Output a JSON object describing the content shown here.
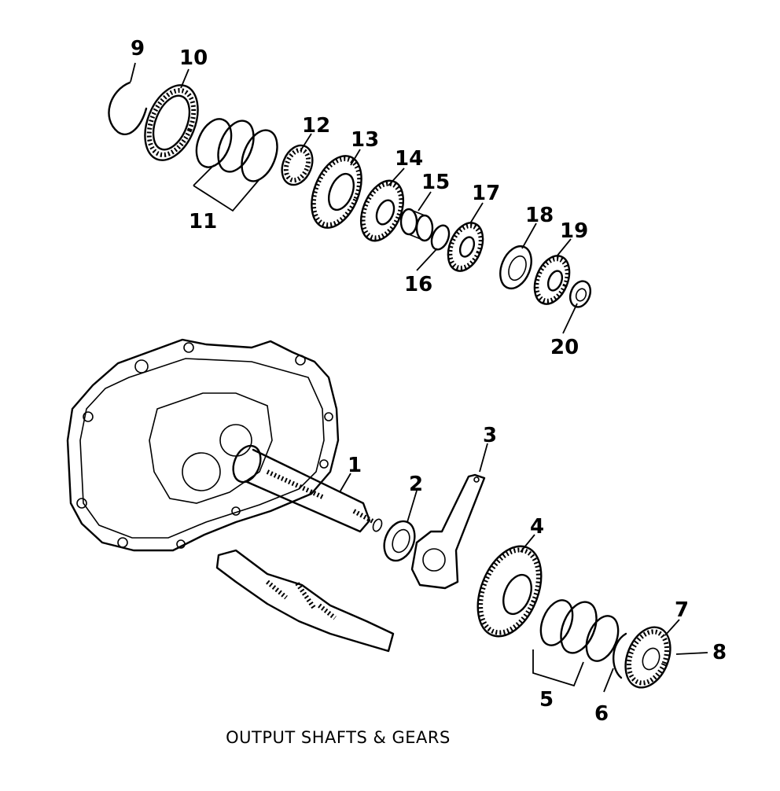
{
  "caption": "OUTPUT SHAFTS & GEARS",
  "callouts": [
    "1",
    "2",
    "3",
    "4",
    "5",
    "6",
    "7",
    "8",
    "9",
    "10",
    "11",
    "12",
    "13",
    "14",
    "15",
    "16",
    "17",
    "18",
    "19",
    "20"
  ]
}
